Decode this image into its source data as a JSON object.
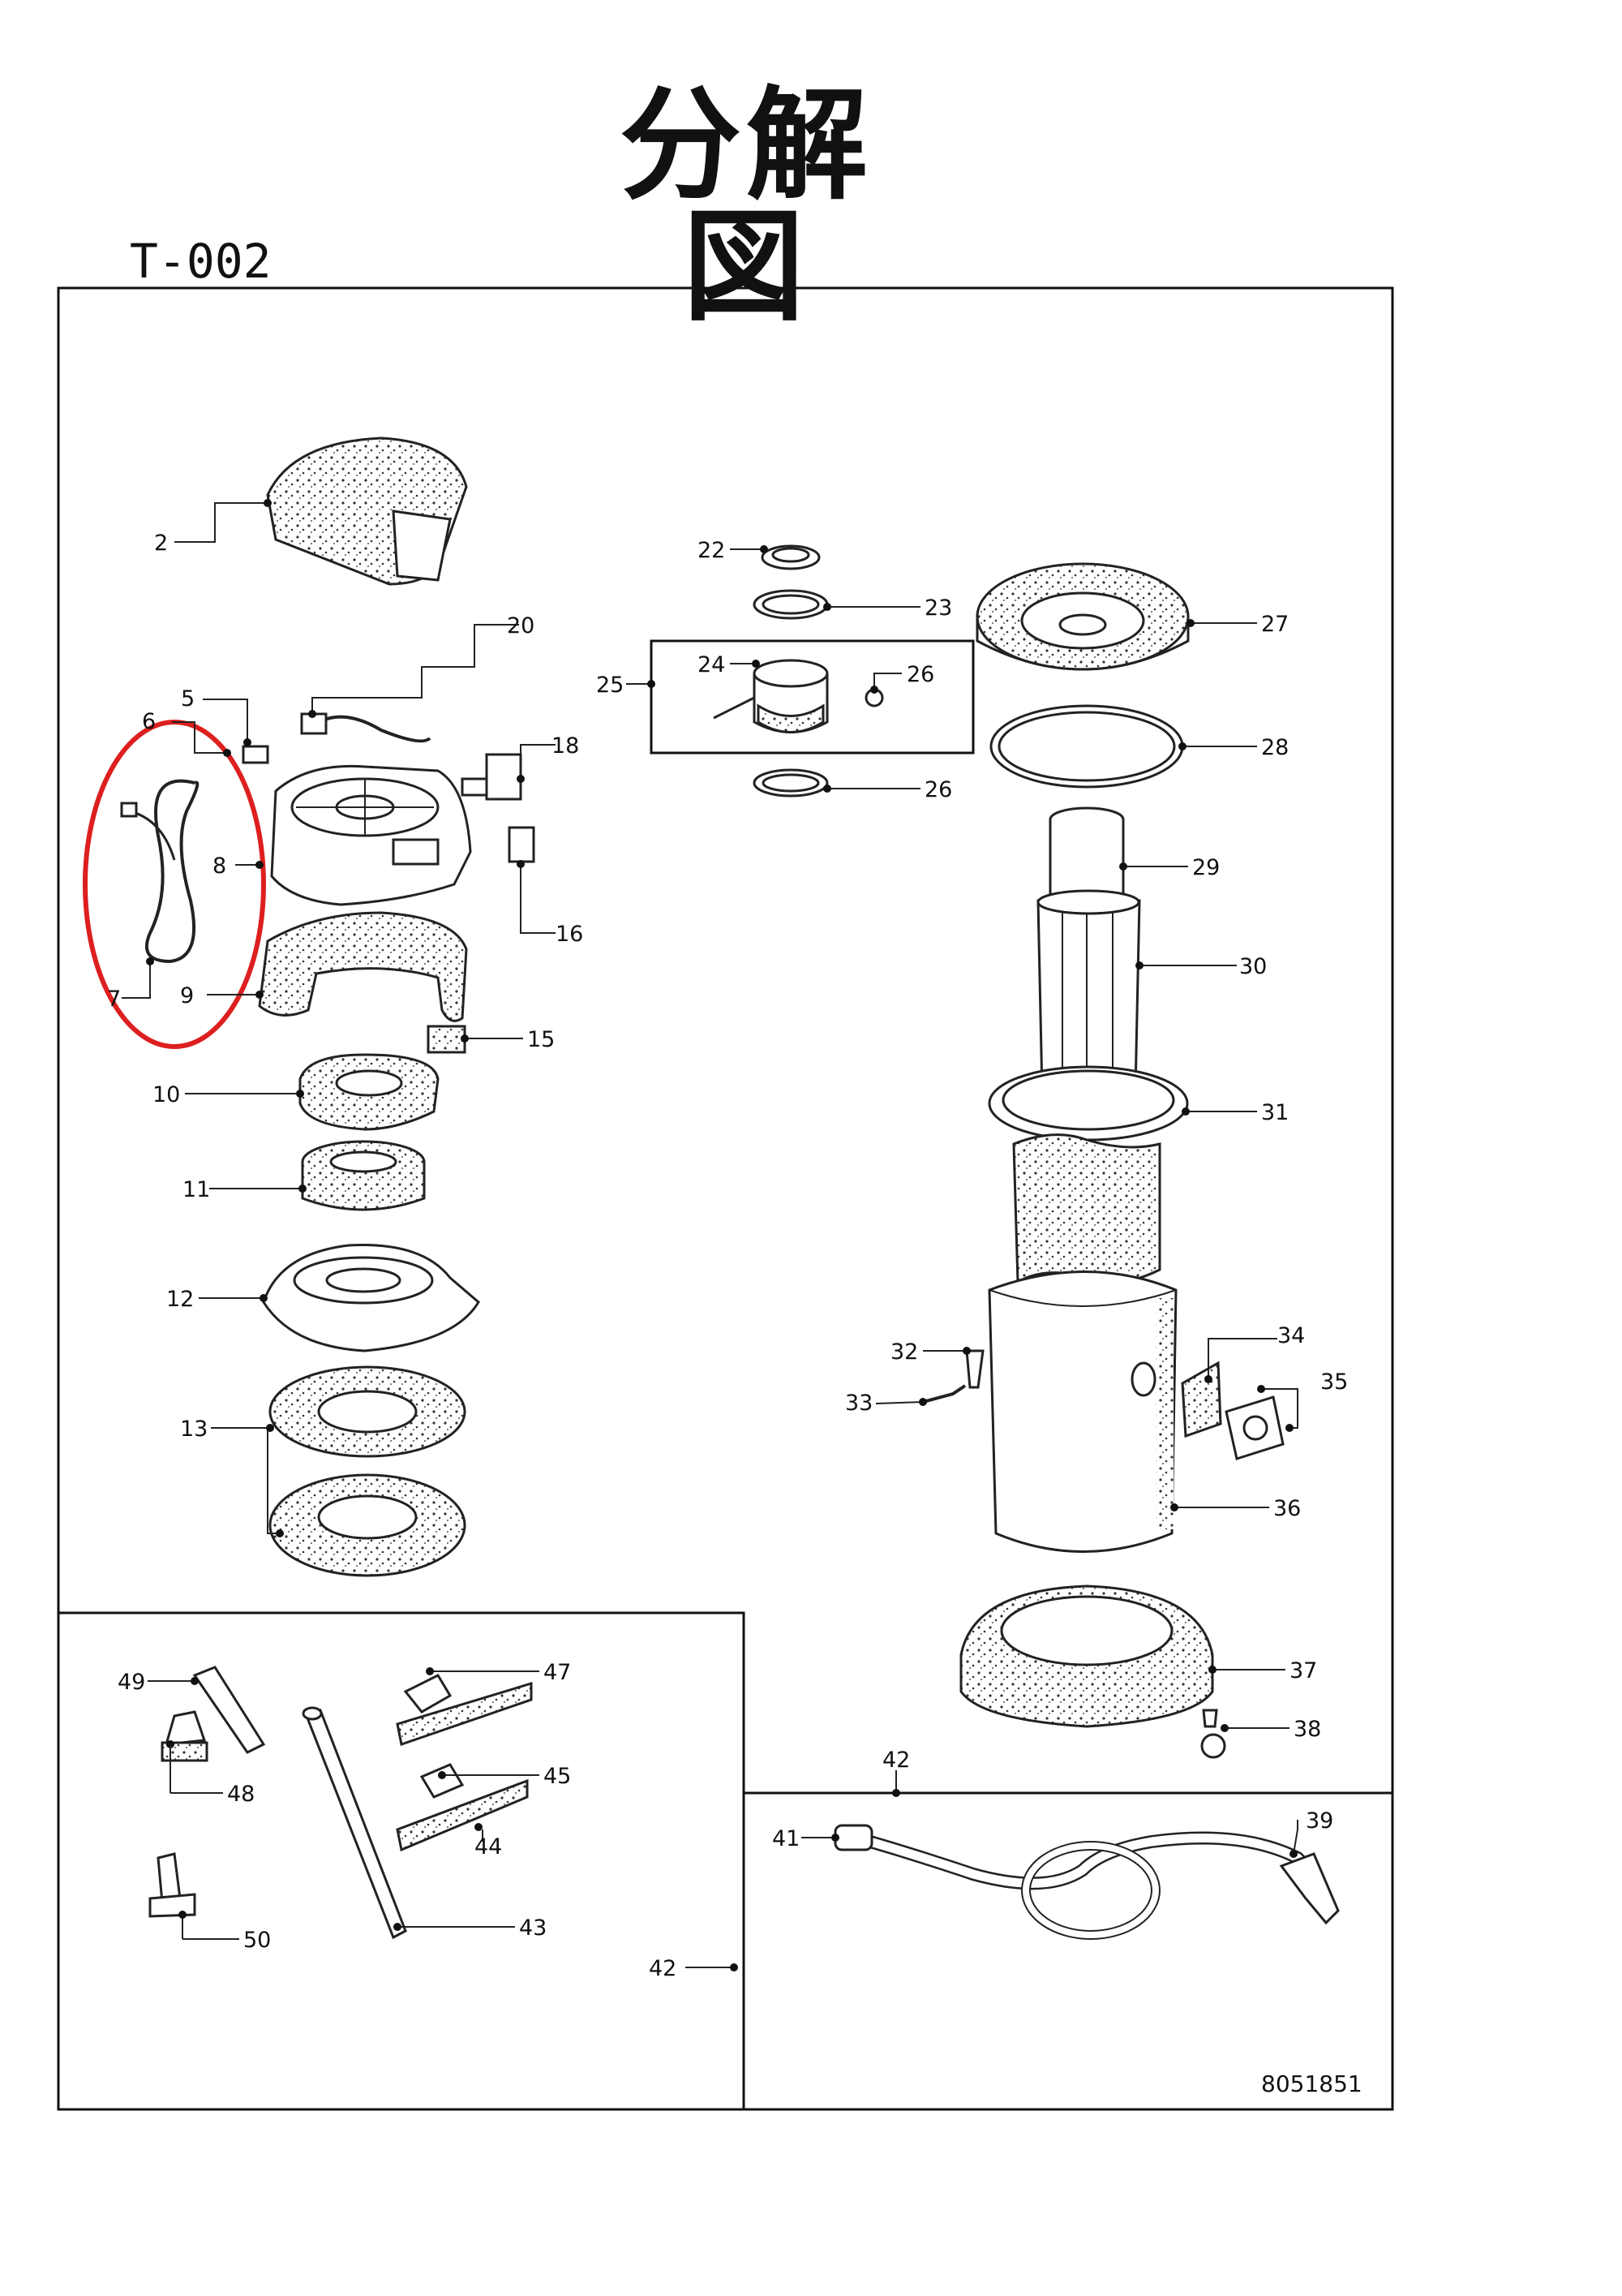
{
  "header": {
    "title": "分解図",
    "model": "T-002"
  },
  "footer": {
    "drawing_number": "8051851"
  },
  "highlight": {
    "color": "#dd1f1f"
  },
  "callouts": [
    {
      "label": "2"
    },
    {
      "label": "5"
    },
    {
      "label": "6"
    },
    {
      "label": "7"
    },
    {
      "label": "8"
    },
    {
      "label": "9"
    },
    {
      "label": "10"
    },
    {
      "label": "11"
    },
    {
      "label": "12"
    },
    {
      "label": "13"
    },
    {
      "label": "15"
    },
    {
      "label": "16"
    },
    {
      "label": "18"
    },
    {
      "label": "20"
    },
    {
      "label": "22"
    },
    {
      "label": "23"
    },
    {
      "label": "24"
    },
    {
      "label": "25"
    },
    {
      "label": "26"
    },
    {
      "label": "26"
    },
    {
      "label": "27"
    },
    {
      "label": "28"
    },
    {
      "label": "29"
    },
    {
      "label": "30"
    },
    {
      "label": "31"
    },
    {
      "label": "32"
    },
    {
      "label": "33"
    },
    {
      "label": "34"
    },
    {
      "label": "35"
    },
    {
      "label": "36"
    },
    {
      "label": "37"
    },
    {
      "label": "38"
    },
    {
      "label": "39"
    },
    {
      "label": "41"
    },
    {
      "label": "42"
    },
    {
      "label": "42"
    },
    {
      "label": "43"
    },
    {
      "label": "44"
    },
    {
      "label": "45"
    },
    {
      "label": "47"
    },
    {
      "label": "48"
    },
    {
      "label": "49"
    },
    {
      "label": "50"
    }
  ]
}
